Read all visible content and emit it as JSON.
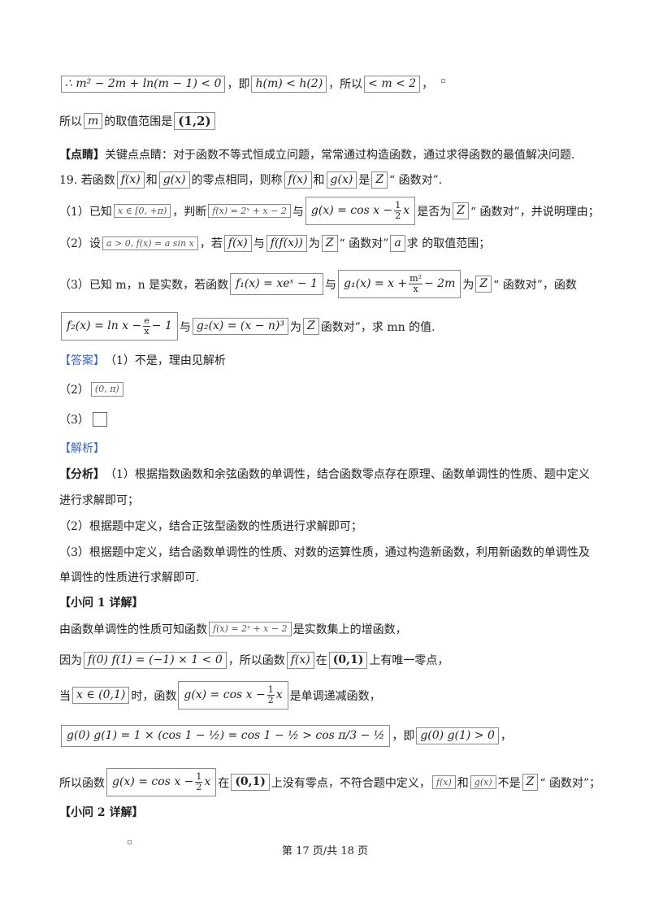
{
  "l1": {
    "f1": "∴ m² − 2m + ln(m − 1) < 0",
    "t1": "，即",
    "f2": "h(m) < h(2)",
    "t2": "，所以",
    "f3": "< m < 2",
    "t3": "，"
  },
  "l2": {
    "t1": "所以",
    "f1": "m",
    "t2": "的取值范围是",
    "f2": "(1,2)"
  },
  "l3": {
    "t1": "【点睛】",
    "t2": "关键点点睛：对于函数不等式恒成立问题，常常通过构造函数，通过求得函数的最值解决问题."
  },
  "q19": {
    "t1": "19. 若函数",
    "f1": "f(x)",
    "t2": "和",
    "f2": "g(x)",
    "t3": "的零点相同，则称",
    "f3": "f(x)",
    "t4": "和",
    "f4": "g(x)",
    "t5": "是",
    "f5": "Z",
    "t6": "“ 函数对”."
  },
  "p1": {
    "t1": "（1）已知",
    "f1": "x ∈ [0, +π)",
    "t2": "，判断",
    "f2": "f(x) = 2ˣ + x − 2",
    "t3": "与",
    "f3": "g(x) = cos x −",
    "fn": "1",
    "fd": "2",
    "fx": "x",
    "t4": "是否为",
    "f4": "Z",
    "t5": "“ 函数对”，并说明理由；"
  },
  "p2": {
    "t1": "（2）设",
    "f1": "a > 0, f(x) = a sin x",
    "t2": "，若",
    "f2": "f(x)",
    "t3": "与",
    "f3": "f(f(x))",
    "t4": "为",
    "f4": "Z",
    "t5": "“ 函数对”",
    "f5": "a",
    "t6": "求 的取值范围；"
  },
  "p3": {
    "t1": "（3）已知 m，n 是实数，若函数",
    "f1": "f₁(x) = xeˣ − 1",
    "t2": "与",
    "f2": "g₁(x) = x +",
    "fn": "m²",
    "fd": "x",
    "f2b": "− 2m",
    "t3": "为",
    "f3": "Z",
    "t4": "“ 函数对”，函数"
  },
  "p4": {
    "f1": "f₂(x) = ln x −",
    "fn": "e",
    "fd": "x",
    "f1b": "− 1",
    "t1": "与",
    "f2": "g₂(x) = (x − n)³",
    "t2": "为",
    "f3": "Z",
    "t3": " 函数对”，求 mn 的值."
  },
  "ans": {
    "t1": "【答案】",
    "t2": "（1）不是，理由见解析",
    "t3": "（2）",
    "f1": "(0, π)",
    "t4": "（3）"
  },
  "jx": {
    "t1": "【解析】"
  },
  "fx": {
    "t1": "【分析】",
    "t2": "（1）根据指数函数和余弦函数的单调性，结合函数零点存在原理、函数单调性的性质、题中定义",
    "t3": "进行求解即可；",
    "t4": "（2）根据题中定义，结合正弦型函数的性质进行求解即可；",
    "t5": "（3）根据题中定义，结合函数单调性的性质、对数的运算性质，通过构造新函数，利用新函数的单调性及",
    "t6": "单调性的性质进行求解即可."
  },
  "xw1": {
    "t1": "【小问 1 详解】"
  },
  "s1": {
    "t1": "由函数单调性的性质可知函数",
    "f1": "f(x) = 2ˣ + x − 2",
    "t2": "是实数集上的增函数，"
  },
  "s2": {
    "t1": "因为",
    "f1": "f(0) f(1) = (−1) × 1 < 0",
    "t2": "，所以函数",
    "f2": "f(x)",
    "t3": "在",
    "f3": "(0,1)",
    "t4": "上有唯一零点，"
  },
  "s3": {
    "t1": "当",
    "f1": "x ∈ (0,1)",
    "t2": "时，函数",
    "f2": "g(x) = cos x −",
    "fn": "1",
    "fd": "2",
    "fx": "x",
    "t3": "是单调递减函数，"
  },
  "s4": {
    "f1": "g(0) g(1) = 1 × (cos 1 − ½) = cos 1 − ½ > cos π/3 − ½",
    "t1": "，即",
    "f2": "g(0) g(1) > 0",
    "t2": "，"
  },
  "s5": {
    "t1": "所以函数",
    "f1": "g(x) = cos x −",
    "fn": "1",
    "fd": "2",
    "fx": "x",
    "t2": "在",
    "f2": "(0,1)",
    "t3": "上没有零点，不符合题中定义，",
    "f3": "f(x)",
    "t4": "和",
    "f4": "g(x)",
    "t5": "不是",
    "f5": "Z",
    "t6": "“ 函数对”；"
  },
  "xw2": {
    "t1": "【小问 2 详解】"
  },
  "footer": "第 17 页/共 18 页"
}
